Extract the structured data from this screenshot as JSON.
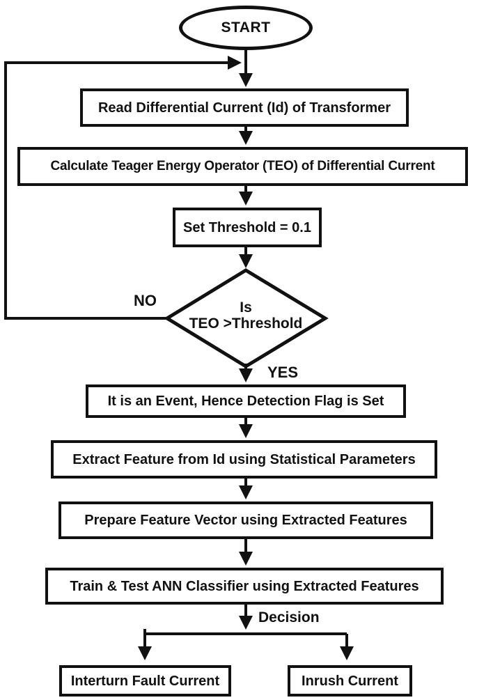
{
  "flowchart": {
    "start_label": "START",
    "steps": [
      {
        "label": "Read Differential Current (Id) of Transformer"
      },
      {
        "label": "Calculate Teager Energy Operator (TEO) of Differential Current"
      },
      {
        "label": "Set Threshold = 0.1"
      }
    ],
    "decision": {
      "line1": "Is",
      "line2": "TEO >Threshold",
      "no_label": "NO",
      "yes_label": "YES"
    },
    "event_steps": [
      {
        "label": "It is an Event, Hence Detection Flag is Set"
      },
      {
        "label": "Extract Feature from Id using Statistical Parameters"
      },
      {
        "label": "Prepare Feature Vector using Extracted Features"
      },
      {
        "label": "Train & Test ANN Classifier using Extracted Features"
      }
    ],
    "branch_label": "Decision",
    "outcomes": [
      {
        "label": "Interturn Fault Current"
      },
      {
        "label": "Inrush Current"
      }
    ],
    "colors": {
      "stroke": "#111111",
      "fill": "#ffffff",
      "text": "#111111"
    }
  }
}
